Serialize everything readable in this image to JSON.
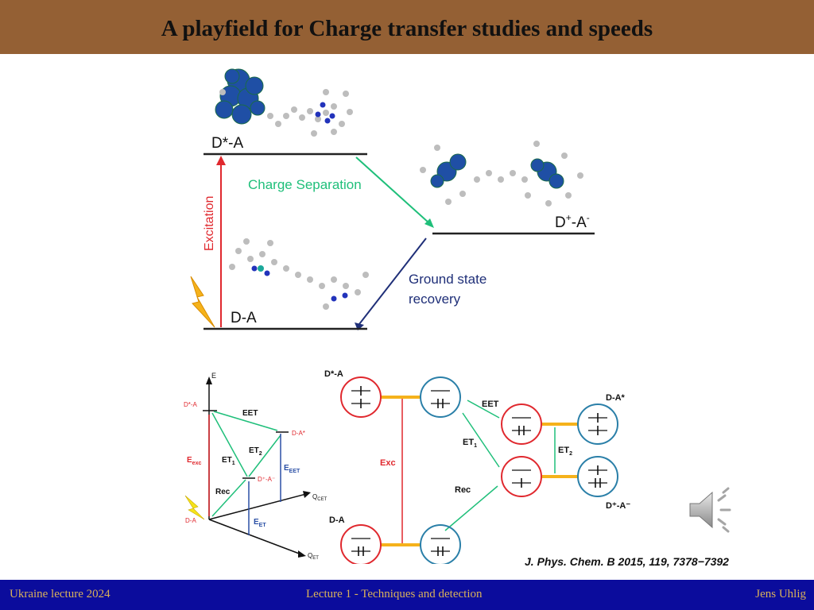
{
  "header": {
    "title": "A playfield for Charge transfer studies and speeds"
  },
  "top_diagram": {
    "excited_state": "D*-A",
    "ground_state": "D-A",
    "cs_state_main": "D",
    "cs_state_sup1": "+",
    "cs_state_mid": "-A",
    "cs_state_sup2": "-",
    "excitation": "Excitation",
    "charge_separation": "Charge Separation",
    "recovery_line1": "Ground state",
    "recovery_line2": "recovery"
  },
  "energy_diagram": {
    "axis_e": "E",
    "axis_q_cet": "Q",
    "axis_q_cet_sub": "CET",
    "axis_q_et": "Q",
    "axis_q_et_sub": "ET",
    "donor_excited": "D*-A",
    "acceptor_excited": "D-A*",
    "cs_state": "D⁺-A⁻",
    "ground": "D-A",
    "eet": "EET",
    "et1": "ET",
    "et1_sub": "1",
    "et2": "ET",
    "et2_sub": "2",
    "rec": "Rec",
    "e_exc": "E",
    "e_exc_sub": "exc",
    "e_eet": "E",
    "e_eet_sub": "EET",
    "e_et": "E",
    "e_et_sub": "ET"
  },
  "orbital_diagram": {
    "d_star_a": "D*-A",
    "d_a_star": "D-A*",
    "d_plus_a_minus": "D⁺-A⁻",
    "d_a": "D-A",
    "exc": "Exc",
    "eet": "EET",
    "et1": "ET",
    "et1_sub": "1",
    "et2": "ET",
    "et2_sub": "2",
    "rec": "Rec"
  },
  "citation": "J. Phys. Chem. B 2015, 119, 7378−7392",
  "footer": {
    "left": "Ukraine lecture 2024",
    "center": "Lecture 1 - Techniques and detection",
    "right": "Jens Uhlig"
  },
  "colors": {
    "header_bg": "#946034",
    "footer_bg": "#0b0c9c",
    "footer_text": "#d9b15a",
    "red": "#e0282e",
    "green": "#1fbf7a",
    "navy": "#1f2f78",
    "blue_circle": "#2a7fa8",
    "orange": "#f5b21b"
  }
}
